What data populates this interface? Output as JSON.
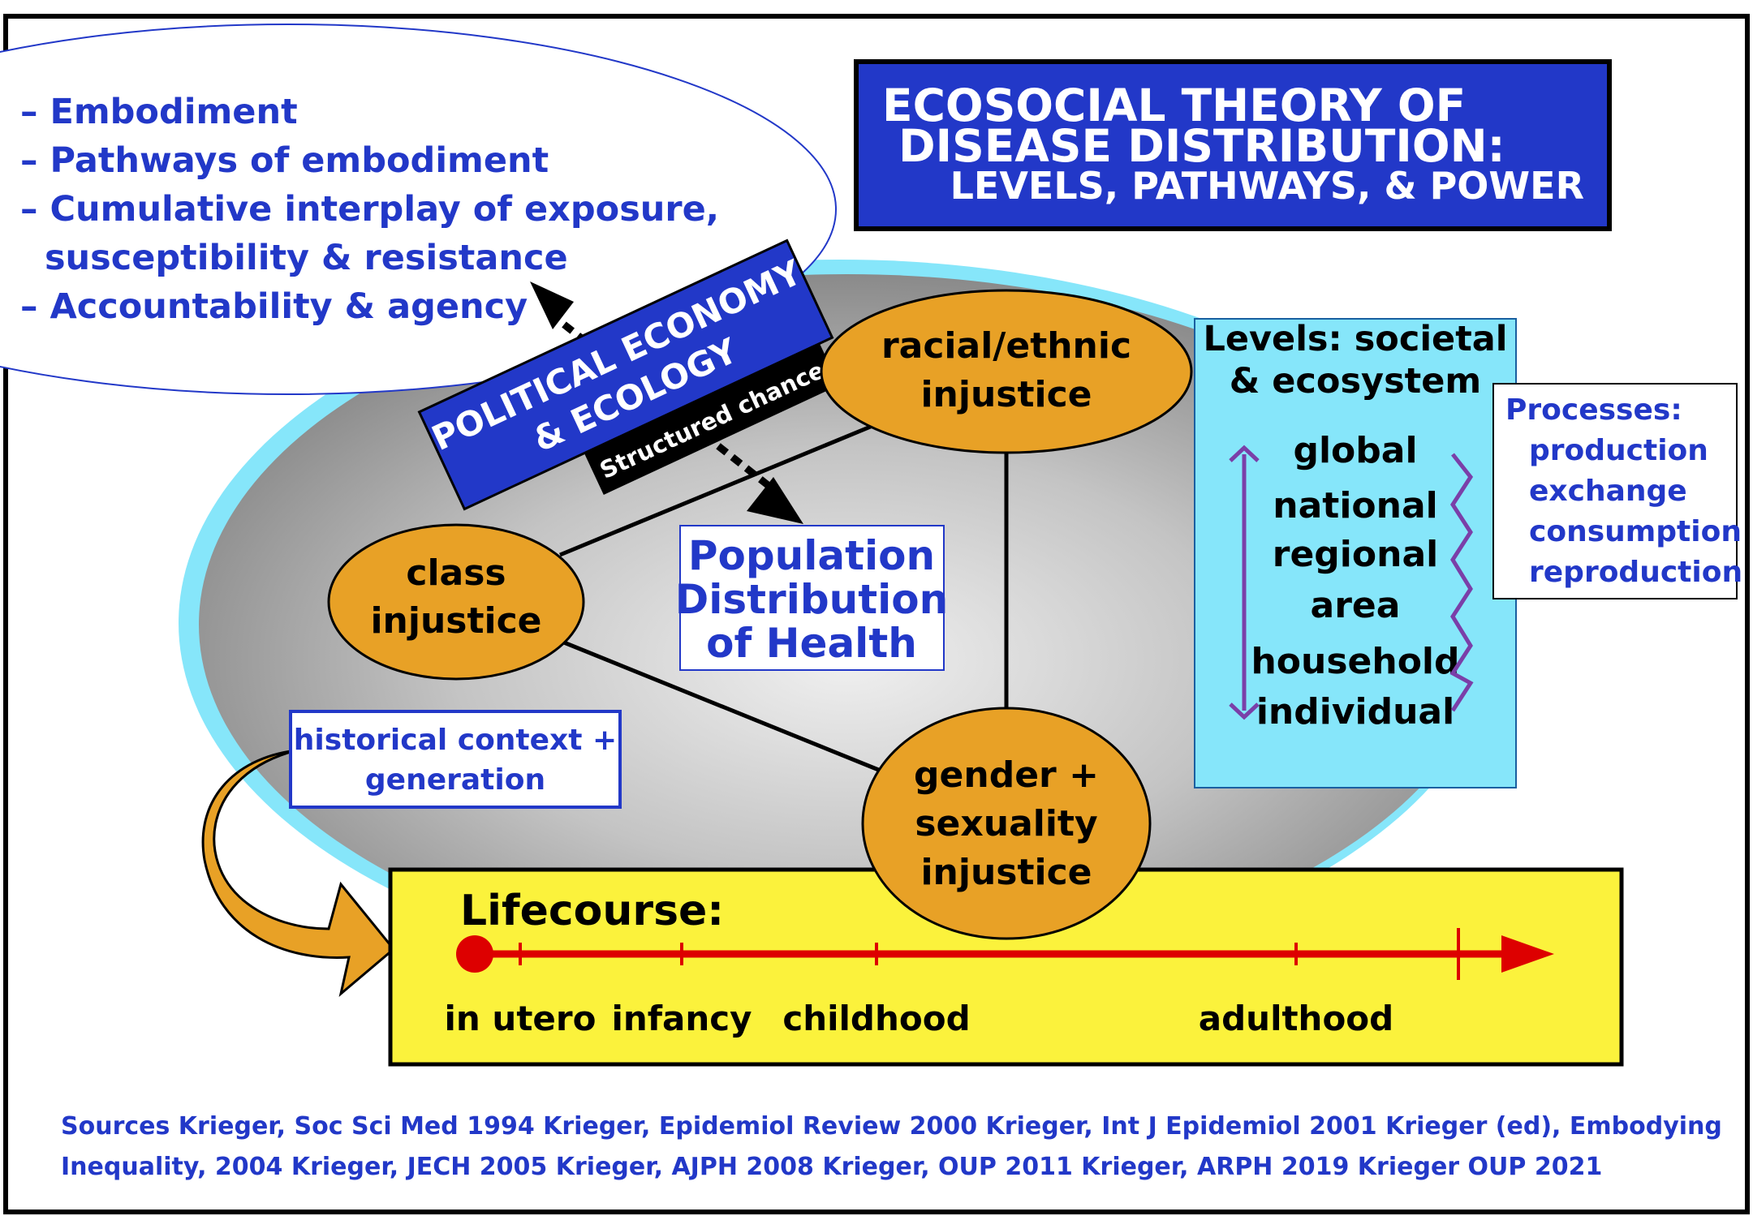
{
  "title": {
    "line1": "ECOSOCIAL THEORY OF",
    "line2": "DISEASE DISTRIBUTION:",
    "line3": "LEVELS, PATHWAYS, & POWER"
  },
  "concepts": {
    "items": [
      "– Embodiment",
      "– Pathways of embodiment",
      "– Cumulative interplay of exposure,",
      "  susceptibility & resistance",
      "– Accountability & agency"
    ]
  },
  "political_economy": {
    "line1": "POLITICAL ECONOMY",
    "line2": "& ECOLOGY"
  },
  "structured_chance": "Structured chance",
  "nodes": {
    "racial": {
      "line1": "racial/ethnic",
      "line2": "injustice"
    },
    "class": {
      "line1": "class",
      "line2": "injustice"
    },
    "gender": {
      "line1": "gender +",
      "line2": "sexuality",
      "line3": "injustice"
    }
  },
  "population": {
    "line1": "Population",
    "line2": "Distribution",
    "line3": "of Health"
  },
  "levels": {
    "heading1": "Levels:  societal",
    "heading2": "& ecosystem",
    "items": [
      "global",
      "national",
      "regional",
      "area",
      "household",
      "individual"
    ]
  },
  "processes": {
    "heading": "Processes:",
    "items": [
      "production",
      "exchange",
      "consumption",
      "reproduction"
    ]
  },
  "historical": {
    "line1": "historical context +",
    "line2": "generation"
  },
  "lifecourse": {
    "label": "Lifecourse:",
    "stages": [
      "in utero",
      "infancy",
      "childhood",
      "adulthood"
    ]
  },
  "sources": {
    "line1": "Sources  Krieger, Soc Sci Med 1994  Krieger, Epidemiol Review 2000  Krieger, Int J Epidemiol 2001  Krieger (ed), Embodying",
    "line2": "Inequality, 2004  Krieger, JECH 2005  Krieger, AJPH 2008  Krieger, OUP 2011  Krieger, ARPH 2019  Krieger OUP 2021"
  },
  "colors": {
    "blue": "#2238c8",
    "orange": "#e8a126",
    "cyan": "#86e6fa",
    "yellow": "#fbf23c",
    "red": "#dd0000",
    "purple": "#7a3fa8"
  }
}
